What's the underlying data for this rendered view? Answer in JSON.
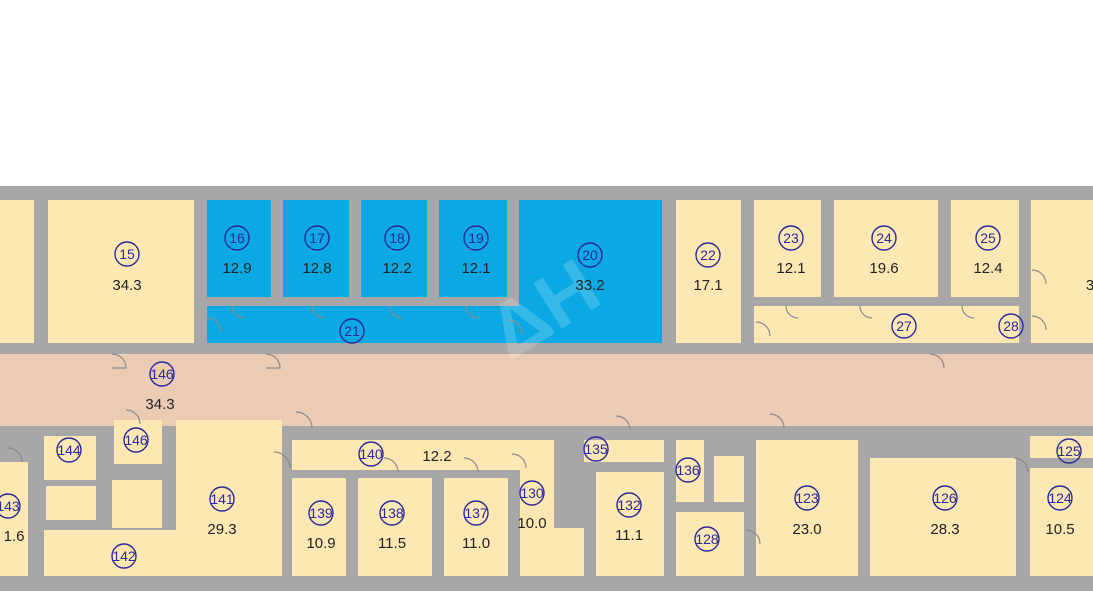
{
  "colors": {
    "wall": "#a7a7a7",
    "office": "#fde8b4",
    "highlight": "#0aa9e3",
    "corridor": "#ebcbb4",
    "label_ring": "#2a2a9a"
  },
  "watermark": "ΔH",
  "rooms": [
    {
      "num": "15",
      "area": "34.3",
      "highlighted": false
    },
    {
      "num": "16",
      "area": "12.9",
      "highlighted": true
    },
    {
      "num": "17",
      "area": "12.8",
      "highlighted": true
    },
    {
      "num": "18",
      "area": "12.2",
      "highlighted": true
    },
    {
      "num": "19",
      "area": "12.1",
      "highlighted": true
    },
    {
      "num": "20",
      "area": "33.2",
      "highlighted": true
    },
    {
      "num": "21",
      "area": "",
      "highlighted": true
    },
    {
      "num": "22",
      "area": "17.1",
      "highlighted": false
    },
    {
      "num": "23",
      "area": "12.1",
      "highlighted": false
    },
    {
      "num": "24",
      "area": "19.6",
      "highlighted": false
    },
    {
      "num": "25",
      "area": "12.4",
      "highlighted": false
    },
    {
      "num": "27",
      "area": "",
      "highlighted": false
    },
    {
      "num": "28",
      "area": "",
      "highlighted": false
    },
    {
      "num": "146",
      "area": "34.3",
      "highlighted": false
    },
    {
      "num": "144",
      "area": "",
      "highlighted": false
    },
    {
      "num": "146",
      "area": "",
      "highlighted": false
    },
    {
      "num": "143",
      "area": "1.6",
      "highlighted": false
    },
    {
      "num": "141",
      "area": "29.3",
      "highlighted": false
    },
    {
      "num": "142",
      "area": "",
      "highlighted": false
    },
    {
      "num": "140",
      "area": "12.2",
      "highlighted": false
    },
    {
      "num": "139",
      "area": "10.9",
      "highlighted": false
    },
    {
      "num": "138",
      "area": "11.5",
      "highlighted": false
    },
    {
      "num": "137",
      "area": "11.0",
      "highlighted": false
    },
    {
      "num": "130",
      "area": "10.0",
      "highlighted": false
    },
    {
      "num": "135",
      "area": "",
      "highlighted": false
    },
    {
      "num": "132",
      "area": "11.1",
      "highlighted": false
    },
    {
      "num": "136",
      "area": "",
      "highlighted": false
    },
    {
      "num": "128",
      "area": "",
      "highlighted": false
    },
    {
      "num": "123",
      "area": "23.0",
      "highlighted": false
    },
    {
      "num": "126",
      "area": "28.3",
      "highlighted": false
    },
    {
      "num": "125",
      "area": "",
      "highlighted": false
    },
    {
      "num": "124",
      "area": "10.5",
      "highlighted": false
    },
    {
      "num": "",
      "area": "3",
      "highlighted": false
    }
  ]
}
